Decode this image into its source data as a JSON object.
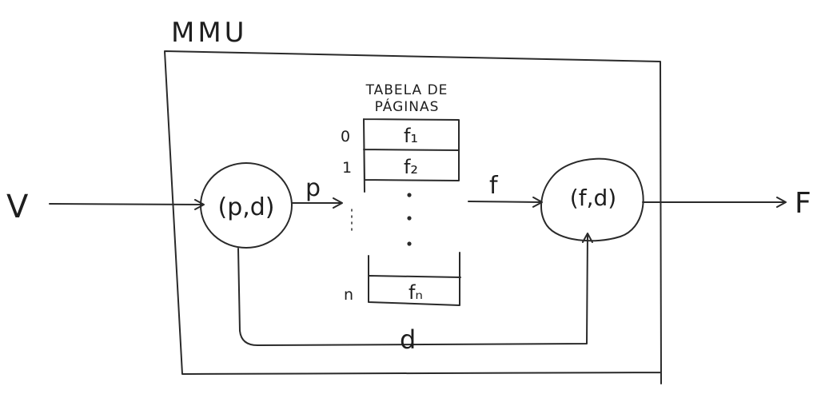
{
  "title": "MMU",
  "input_label": "V",
  "output_label": "F",
  "table": {
    "heading_line1": "TABELA DE",
    "heading_line2": "PÁGINAS",
    "rows": [
      {
        "index": "0",
        "value": "f₁"
      },
      {
        "index": "1",
        "value": "f₂"
      }
    ],
    "last_row": {
      "index": "n",
      "value": "fₙ"
    }
  },
  "nodes": {
    "logical": "(p,d)",
    "physical": "(f,d)"
  },
  "edges": {
    "page": "p",
    "frame": "f",
    "offset": "d"
  }
}
